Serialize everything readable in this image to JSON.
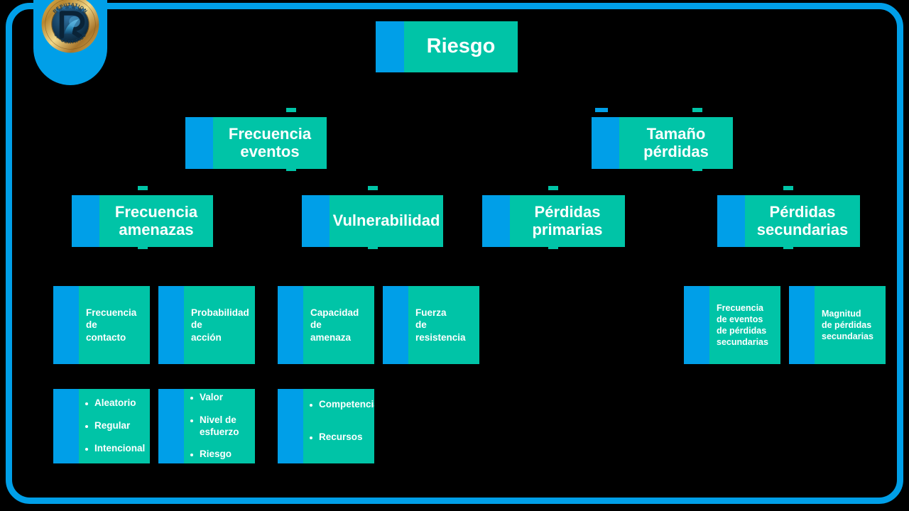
{
  "theme": {
    "background": "#000000",
    "frame_color": "#009FE8",
    "accent_bar": "#009FE8",
    "box_body": "#00C4A7",
    "text_color": "#FFFFFF"
  },
  "badge": {
    "name": "reputation-up-certified-badge",
    "ring_text_top": "REPUTATION",
    "ring_text_bottom": "UP CERTIFIED",
    "letter": "R",
    "stars": 5
  },
  "diagram": {
    "level1": [
      {
        "label": "Riesgo"
      }
    ],
    "level2": [
      {
        "label": "Frecuencia\neventos"
      },
      {
        "label": "Tamaño\npérdidas"
      }
    ],
    "level3": [
      {
        "label": "Frecuencia\namenazas"
      },
      {
        "label": "Vulnerabilidad"
      },
      {
        "label": "Pérdidas\nprimarias"
      },
      {
        "label": "Pérdidas\nsecundarias"
      }
    ],
    "level4": [
      {
        "label": "Frecuencia\nde\ncontacto"
      },
      {
        "label": "Probabilidad\nde\nacción"
      },
      {
        "label": "Capacidad\nde\namenaza"
      },
      {
        "label": "Fuerza\nde\nresistencia"
      },
      {
        "label": "Frecuencia\nde eventos\nde pérdidas\nsecundarias"
      },
      {
        "label": "Magnitud\nde pérdidas\nsecundarias"
      }
    ],
    "level5": [
      {
        "items": [
          "Aleatorio",
          "Regular",
          "Intencional"
        ]
      },
      {
        "items": [
          "Valor",
          "Nivel de\nesfuerzo",
          "Riesgo"
        ]
      },
      {
        "items": [
          "Competencia",
          "Recursos"
        ]
      }
    ]
  }
}
